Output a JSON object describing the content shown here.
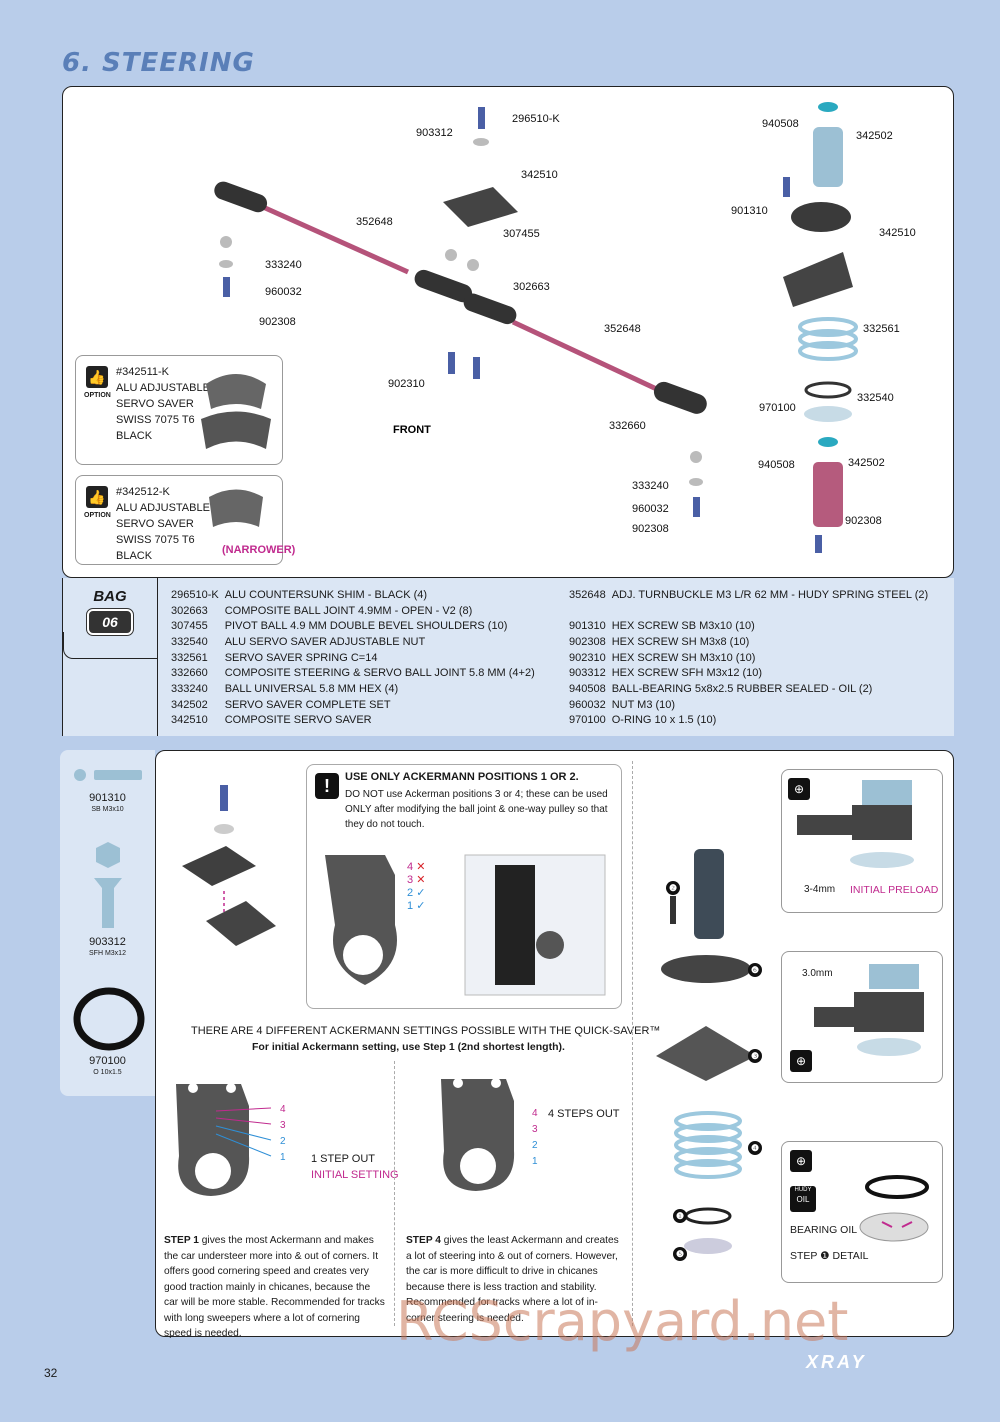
{
  "page": {
    "title": "6. STEERING",
    "page_number": "32",
    "brand": "XRAY",
    "watermark": "RCScrapyard.net"
  },
  "diagram_labels": [
    "903312",
    "296510-K",
    "342510",
    "352648",
    "333240",
    "960032",
    "902308",
    "307455",
    "302663",
    "352648",
    "902310",
    "FRONT",
    "332660",
    "333240",
    "960032",
    "902308",
    "940508",
    "342502",
    "901310",
    "342510",
    "332561",
    "970100",
    "332540",
    "940508",
    "342502",
    "902308"
  ],
  "options": [
    {
      "lines": [
        "#342511-K",
        "ALU ADJUSTABLE",
        "SERVO SAVER",
        "SWISS 7075 T6",
        "BLACK"
      ],
      "word": "OPTION"
    },
    {
      "lines": [
        "#342512-K",
        "ALU ADJUSTABLE",
        "SERVO SAVER",
        "SWISS 7075 T6",
        "BLACK"
      ],
      "word": "OPTION",
      "note": "(NARROWER)"
    }
  ],
  "bag": {
    "label": "BAG",
    "number": "06"
  },
  "parts_left": [
    {
      "code": "296510-K",
      "desc": "ALU COUNTERSUNK SHIM - BLACK (4)"
    },
    {
      "code": "302663",
      "desc": "COMPOSITE BALL JOINT 4.9MM - OPEN - V2 (8)"
    },
    {
      "code": "307455",
      "desc": "PIVOT BALL 4.9 MM DOUBLE BEVEL SHOULDERS (10)"
    },
    {
      "code": "332540",
      "desc": "ALU SERVO SAVER ADJUSTABLE NUT"
    },
    {
      "code": "332561",
      "desc": "SERVO SAVER SPRING C=14"
    },
    {
      "code": "332660",
      "desc": "COMPOSITE STEERING & SERVO BALL JOINT 5.8 MM (4+2)"
    },
    {
      "code": "333240",
      "desc": "BALL UNIVERSAL 5.8 MM HEX (4)"
    },
    {
      "code": "342502",
      "desc": "SERVO SAVER COMPLETE SET"
    },
    {
      "code": "342510",
      "desc": "COMPOSITE SERVO SAVER"
    }
  ],
  "parts_right": [
    {
      "code": "352648",
      "desc": "ADJ. TURNBUCKLE M3 L/R 62 MM - HUDY SPRING STEEL (2)"
    },
    {
      "code": "",
      "desc": ""
    },
    {
      "code": "901310",
      "desc": "HEX SCREW SB M3x10  (10)"
    },
    {
      "code": "902308",
      "desc": "HEX SCREW SH M3x8  (10)"
    },
    {
      "code": "902310",
      "desc": "HEX SCREW SH M3x10  (10)"
    },
    {
      "code": "903312",
      "desc": "HEX SCREW SFH M3x12  (10)"
    },
    {
      "code": "940508",
      "desc": "BALL-BEARING 5x8x2.5 RUBBER SEALED - OIL (2)"
    },
    {
      "code": "960032",
      "desc": "NUT M3 (10)"
    },
    {
      "code": "970100",
      "desc": "O-RING 10 x 1.5  (10)"
    }
  ],
  "hardware": [
    {
      "code": "901310",
      "spec": "SB M3x10"
    },
    {
      "code": "903312",
      "spec": "SFH M3x12"
    },
    {
      "code": "970100",
      "spec": "O 10x1.5"
    }
  ],
  "warning": {
    "heading": "USE ONLY ACKERMANN POSITIONS 1 OR 2.",
    "text": "DO NOT use Ackerman positions 3 or 4; these can be used ONLY after modifying the ball joint & one-way pulley so that they do not touch.",
    "positions": [
      "4",
      "3",
      "2",
      "1"
    ]
  },
  "ackermann": {
    "heading": "THERE ARE 4 DIFFERENT ACKERMANN SETTINGS POSSIBLE WITH THE QUICK-SAVER™",
    "subheading": "For initial Ackermann setting, use Step 1 (2nd shortest length).",
    "step1_callout": "1 STEP OUT",
    "step1_callout2": "INITIAL SETTING",
    "step4_callout": "4 STEPS OUT",
    "step1_label": "STEP 1",
    "step1_text": "gives the most Ackermann and makes the car understeer more into & out of corners. It offers good cornering speed and creates very good traction mainly in chicanes, because the car will be more stable. Recommended for tracks with long sweepers where a lot of cornering speed is needed.",
    "step4_label": "STEP 4",
    "step4_text": "gives the least Ackermann and creates a lot of steering into & out of corners. However, the car is more difficult to drive in chicanes because there is less traction and stability. Recommended for tracks where a lot of in-corner steering is needed."
  },
  "details": {
    "detail_word": "DETAIL",
    "preload_dim": "3-4mm",
    "preload_label": "INITIAL PRELOAD",
    "gap_dim": "3.0mm",
    "oil_brand": "HUDY",
    "oil_word": "OIL",
    "bearing_oil": "BEARING OIL",
    "step_detail": "STEP ❶ DETAIL",
    "step_numbers": [
      "❷",
      "❻",
      "❸",
      "❹",
      "❶",
      "❺"
    ]
  },
  "colors": {
    "accent": "#5a7fb8",
    "magenta": "#c02a8e",
    "blue": "#2f8fd6",
    "red": "#d8262c"
  }
}
